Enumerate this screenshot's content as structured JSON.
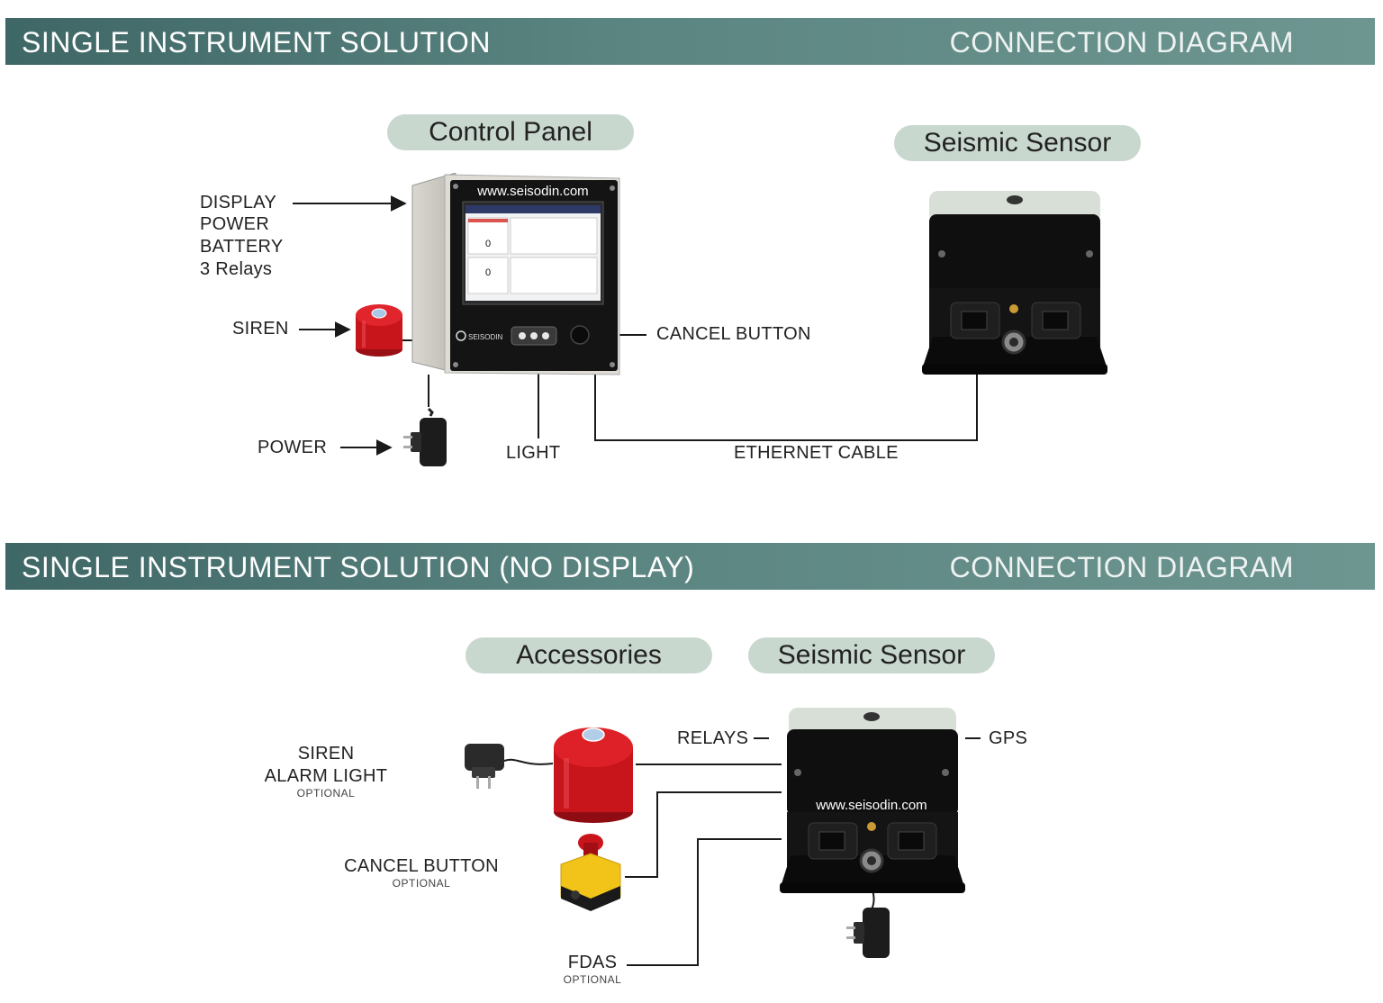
{
  "top": {
    "banner_title": "SINGLE INSTRUMENT SOLUTION",
    "banner_right": "CONNECTION DIAGRAM",
    "control_panel_label": "Control Panel",
    "seismic_sensor_label": "Seismic Sensor",
    "panel_url": "www.seisodin.com",
    "panel_brand": "SEISODIN",
    "screen_value_1": "0",
    "screen_value_2": "0",
    "labels": {
      "display": "DISPLAY",
      "power_line": "POWER",
      "battery": "BATTERY",
      "relays": "3 Relays",
      "siren": "SIREN",
      "power": "POWER",
      "light": "LIGHT",
      "cancel_button": "CANCEL BUTTON",
      "ethernet_cable": "ETHERNET CABLE"
    }
  },
  "bottom": {
    "banner_title": "SINGLE INSTRUMENT SOLUTION (NO DISPLAY)",
    "banner_right": "CONNECTION DIAGRAM",
    "accessories_label": "Accessories",
    "seismic_sensor_label": "Seismic Sensor",
    "sensor_url": "www.seisodin.com",
    "labels": {
      "siren": "SIREN",
      "alarm_light": "ALARM LIGHT",
      "siren_optional": "OPTIONAL",
      "cancel_button": "CANCEL BUTTON",
      "cancel_optional": "OPTIONAL",
      "fdas": "FDAS",
      "fdas_optional": "OPTIONAL",
      "relays": "RELAYS",
      "gps": "GPS"
    }
  },
  "colors": {
    "banner": "#4f7a77",
    "pill": "#c9d8cf",
    "siren_red": "#c8141b",
    "button_yellow": "#f2c318",
    "device_black": "#111111"
  }
}
